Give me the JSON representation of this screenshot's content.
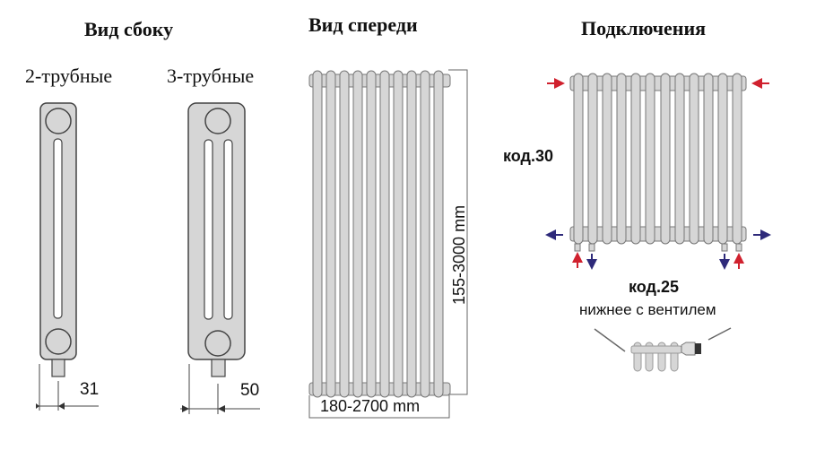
{
  "sections": {
    "side_view": {
      "title": "Вид сбоку",
      "variants": [
        {
          "label": "2-трубные",
          "depth": "31",
          "tubes": 2
        },
        {
          "label": "3-трубные",
          "depth": "50",
          "tubes": 3
        }
      ]
    },
    "front_view": {
      "title": "Вид спереди",
      "height_range": "155-3000 mm",
      "width_range": "180-2700 mm",
      "columns": 10
    },
    "connections": {
      "title": "Подключения",
      "code_30": "код.30",
      "code_25": "код.25",
      "code_25_desc": "нижнее с вентилем",
      "columns": 12
    }
  },
  "colors": {
    "radiator_fill": "#d6d6d6",
    "outline": "#555555",
    "supply_arrow": "#d0212e",
    "return_arrow": "#2e2a7a",
    "text": "#111111"
  }
}
